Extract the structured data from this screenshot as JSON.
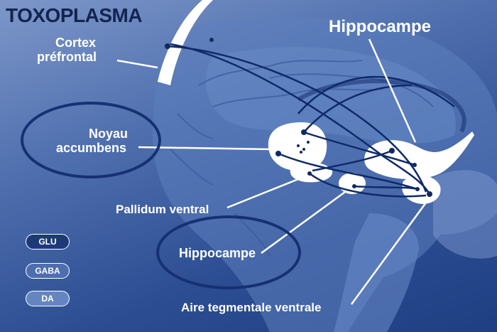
{
  "title": "TOXOPLASMA",
  "labels": {
    "cortex_line1": "Cortex",
    "cortex_line2": "préfrontal",
    "hippocampe_top": "Hippocampe",
    "noyau_line1": "Noyau",
    "noyau_line2": "accumbens",
    "pallidum": "Pallidum ventral",
    "hippocampe_bottom": "Hippocampe",
    "aire": "Aire tegmentale ventrale"
  },
  "legend": [
    {
      "label": "GLU",
      "fill": "#1c3a7a"
    },
    {
      "label": "GABA",
      "fill": "#4d6eaf"
    },
    {
      "label": "DA",
      "fill": "#6585c2"
    }
  ],
  "colors": {
    "background": "#2c4d92",
    "title": "#12254f",
    "highlight_ellipse": "#163173",
    "pathway": "#0f2a68",
    "structure": "#ffffff"
  }
}
